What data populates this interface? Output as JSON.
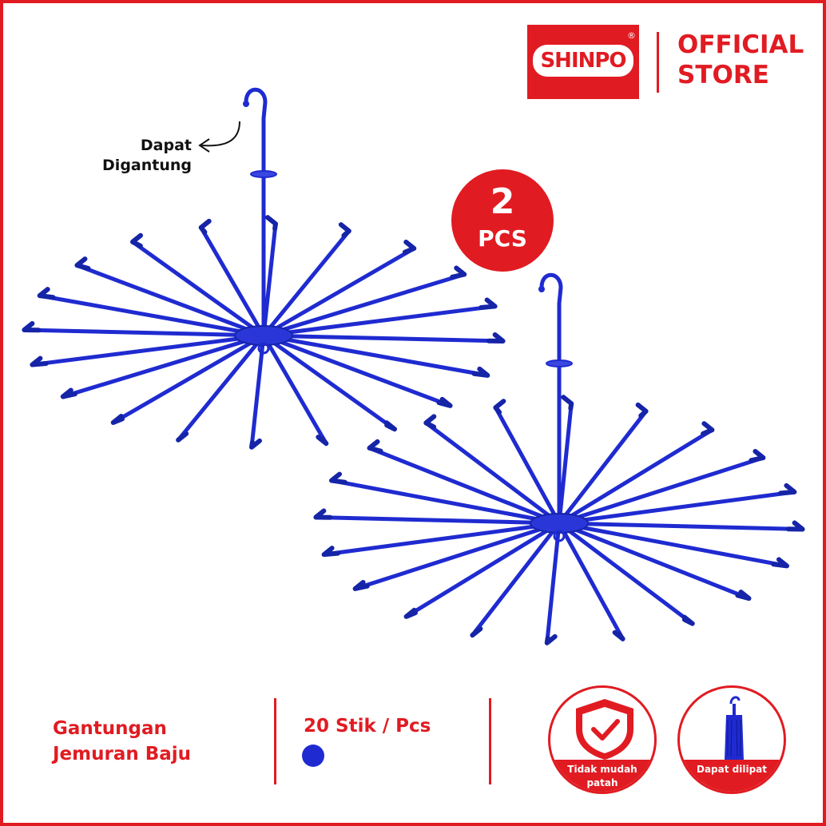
{
  "brand": {
    "logo_text": "SHINPO",
    "registered_mark": "®",
    "store_line1": "OFFICIAL",
    "store_line2": "STORE"
  },
  "badge": {
    "count": "2",
    "unit": "PCS"
  },
  "callout": {
    "line1": "Dapat",
    "line2": "Digantung"
  },
  "product": {
    "name_line1": "Gantungan",
    "name_line2": "Jemuran Baju",
    "spec": "20 Stik / Pcs",
    "colors": [
      "#1f2bd0"
    ]
  },
  "features": [
    {
      "icon": "shield-check-icon",
      "caption_line1": "Tidak mudah",
      "caption_line2": "patah"
    },
    {
      "icon": "folded-hanger-icon",
      "caption_line1": "Dapat dilipat",
      "caption_line2": ""
    }
  ],
  "colors": {
    "accent": "#e11b22",
    "product": "#1f2bd0"
  }
}
